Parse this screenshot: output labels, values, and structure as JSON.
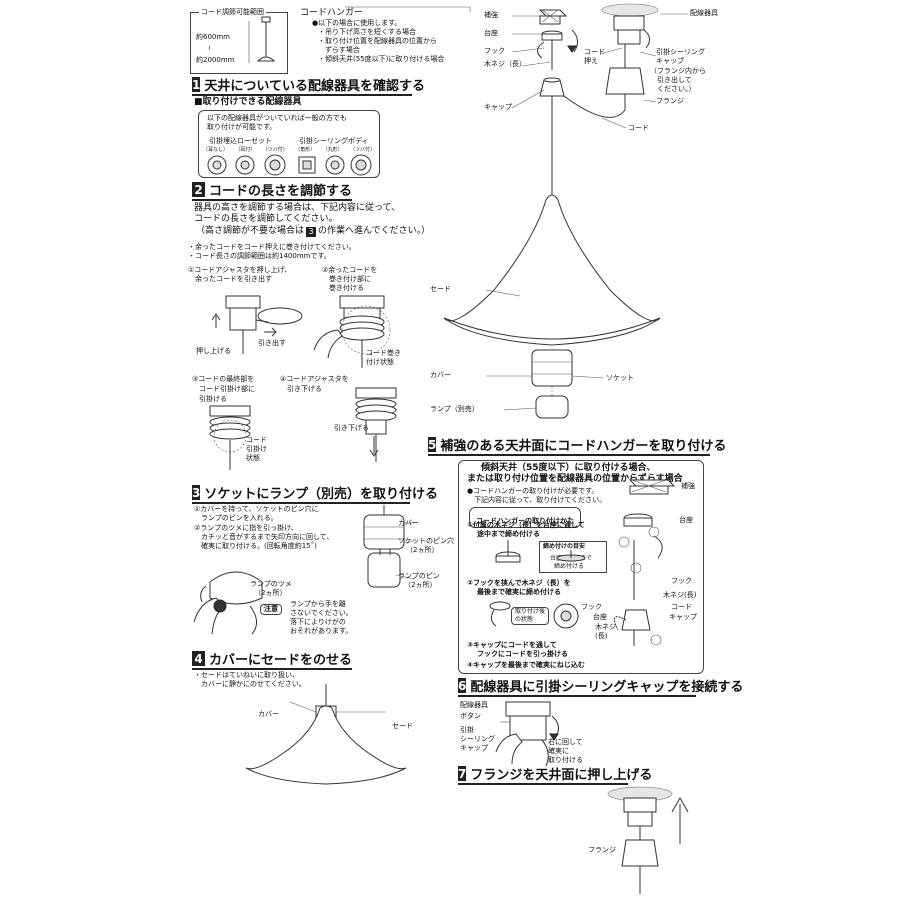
{
  "range_box": {
    "title": "コード調節可能範囲",
    "min": "約600mm",
    "tilde": "≀",
    "max": "約2000mm"
  },
  "cord_hanger_note": {
    "title": "コードハンガー",
    "lead": "●以下の場合に使用します。",
    "items": [
      "・吊り下げ高さを短くする場合",
      "・取り付け位置を配線器具の位置から",
      "　ずらす場合",
      "・傾斜天井(55度以下)に取り付ける場合"
    ]
  },
  "top_right_labels": {
    "reinforce": "補強",
    "base": "台座",
    "hook": "フック",
    "screw": "木ネジ（長）",
    "wiring": "配線器具",
    "cord_holder": "コード\n押え",
    "ceiling_cap": "引掛シーリング\nキャップ",
    "flange_note": "（フランジ内から\n　引き出して\n　ください。）",
    "flange": "フランジ",
    "cap": "キャップ",
    "cord": "コード"
  },
  "lamp_labels": {
    "shade": "セード",
    "cover": "カバー",
    "socket": "ソケット",
    "lamp": "ランプ（別売）"
  },
  "section1": {
    "num": "1",
    "title": "天井についている配線器具を確認する",
    "sub": "■取り付けできる配線器具",
    "text1": "以下の配線器具がついていれば一般の方でも",
    "text2": "取り付けが可能です。",
    "group1": "引掛埋込ローゼット",
    "group2": "引掛シーリングボディ",
    "kinds": [
      "（耳なし）",
      "（耳付）",
      "（ツバ付）",
      "（角形）",
      "（丸形）",
      "（ツバ付）"
    ]
  },
  "section2": {
    "num": "2",
    "title": "コードの長さを調節する",
    "p1": "器具の高さを調節する場合は、下記内容に従って、",
    "p2": "コードの長さを調節してください。",
    "p3a": "（高さ調節が不要な場合は",
    "p3num": "3",
    "p3b": "の作業へ進んでください。）",
    "n1": "・余ったコードをコード押えに巻き付けてください。",
    "n2": "・コード長さの調節範囲は約1400mmです。",
    "s1a": "①コードアジャスタを押し上げ、",
    "s1b": "　余ったコードを引き出す",
    "s2a": "②余ったコードを",
    "s2b": "　巻き付け部に",
    "s2c": "　巻き付ける",
    "push_up": "押し上げる",
    "pull_out": "引き出す",
    "wound": "コード巻き\n付け状態",
    "s3a": "③コードの最終部を",
    "s3b": "　コード引掛け部に",
    "s3c": "　引掛ける",
    "s4a": "④コードアジャスタを",
    "s4b": "　引き下げる",
    "pull_down": "引き下げる",
    "hooked": "コード\n引掛け\n状態"
  },
  "section3": {
    "num": "3",
    "title": "ソケットにランプ（別売）を取り付ける",
    "s1a": "①カバーを持って、ソケットのピン穴に",
    "s1b": "　ランプのピンを入れる。",
    "s2a": "②ランプのツメに指を引っ掛け、",
    "s2b": "　カチッと音がするまで矢印方向に回して、",
    "s2c": "　確実に取り付ける。(回転角度約15˚)",
    "cover": "カバー",
    "pin_hole": "ソケットのピン穴",
    "pin_hole_n": "（2ヵ所）",
    "lamp_pin": "ランプのピン",
    "lamp_pin_n": "（2ヵ所）",
    "claw": "ランプのツメ",
    "claw_n": "（2ヵ所）",
    "caution_tag": "注意",
    "caution1": "ランプから手を離",
    "caution2": "さないでください。",
    "caution3": "落下によりけがの",
    "caution4": "おそれがあります。"
  },
  "section4": {
    "num": "4",
    "title": "カバーにセードをのせる",
    "n1": "・セードはていねいに取り扱い、",
    "n2": "　カバーに静かにのせてください。",
    "cover": "カバー",
    "shade": "セード"
  },
  "section5": {
    "num": "5",
    "title": "補強のある天井面にコードハンガーを取り付ける",
    "h1": "傾斜天井（55度以下）に取り付ける場合、",
    "h2": "または取り付け位置を配線器具の位置からずらす場合",
    "n1": "●コードハンガーの取り付けが必要です。",
    "n2": "　下記内容に従って、取り付けてください。",
    "box_title": "コードハンガーの取り付けかた",
    "s1a": "付属の木ネジ（長）を台座に通して",
    "s1b": "途中まで締め付ける",
    "guide_title": "締め付けの目安",
    "guide1": "台座の下面まで",
    "guide2": "締め付ける",
    "s2a": "フックを挟んで木ネジ（長）を",
    "s2b": "最後まで確実に締め付ける",
    "state_tag": "取り付け後\nの状態",
    "s3a": "キャップにコードを通して",
    "s3b": "フックにコードを引っ掛ける",
    "s4": "キャップを最後まで確実にねじ込む",
    "reinforce": "補強",
    "base": "台座",
    "hook": "フック",
    "screw": "木ネジ(長)",
    "hook2": "フック",
    "base2": "台座",
    "screw2": "木ネジ\n(長)",
    "cord": "コード",
    "cap": "キャップ",
    "c1": "①",
    "c2": "②",
    "c3": "③",
    "c4": "④"
  },
  "section6": {
    "num": "6",
    "title": "配線器具に引掛シーリングキャップを接続する",
    "wiring": "配線器具",
    "button": "ボタン",
    "cap": "引掛\nシーリング\nキャップ",
    "rotate": "右に回して\n確実に\n取り付ける"
  },
  "section7": {
    "num": "7",
    "title": "フランジを天井面に押し上げる",
    "flange": "フランジ"
  }
}
